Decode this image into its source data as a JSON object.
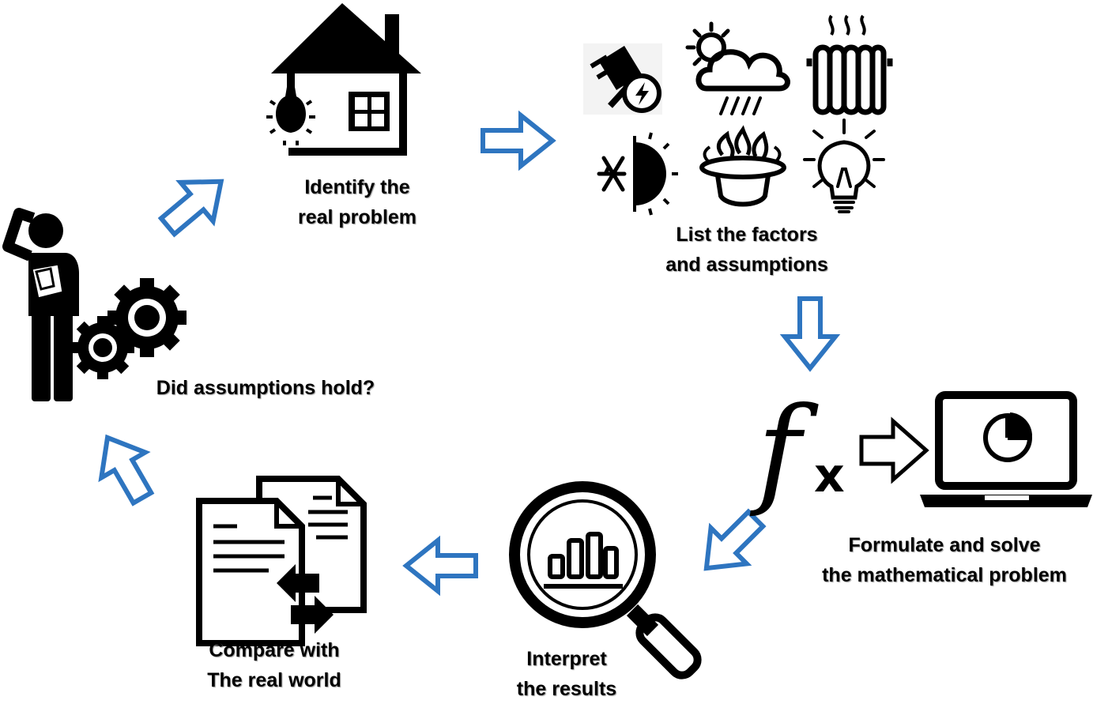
{
  "colors": {
    "arrow_stroke": "#2e75c0",
    "icon": "#000000"
  },
  "steps": [
    {
      "id": "identify",
      "line1": "Identify the",
      "line2": "real problem",
      "icon": "house-with-lightbulb-icon"
    },
    {
      "id": "factors",
      "line1": "List the factors",
      "line2": "and assumptions",
      "icons": [
        "plug-icon",
        "weather-icon",
        "radiator-icon",
        "snowflake-sun-icon",
        "gas-burner-icon",
        "lightbulb-icon"
      ]
    },
    {
      "id": "formulate",
      "line1": "Formulate and solve",
      "line2": "the mathematical problem",
      "icons": [
        "function-fx-icon",
        "laptop-pie-chart-icon"
      ]
    },
    {
      "id": "interpret",
      "line1": "Interpret",
      "line2": "the results",
      "icon": "magnifier-bar-chart-icon"
    },
    {
      "id": "compare",
      "line1": "Compare with",
      "line2": "The real world",
      "icon": "documents-exchange-icon"
    },
    {
      "id": "assumptions",
      "line1": "Did assumptions hold?",
      "line2": "",
      "icon": "thinking-person-gears-icon"
    }
  ]
}
